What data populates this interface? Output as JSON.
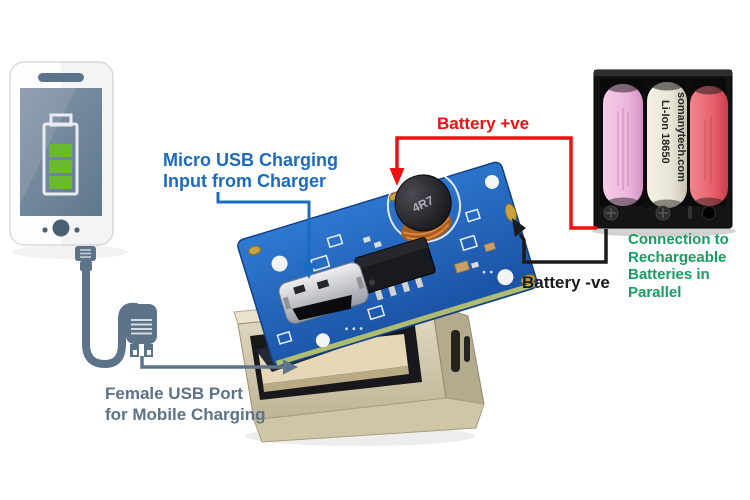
{
  "colors": {
    "background": "#ffffff",
    "label_blue": "#1a6bc0",
    "label_red": "#ed1111",
    "label_black": "#1b1b1b",
    "label_green": "#169e60",
    "label_slate": "#5d7389",
    "pcb_blue": "#2569bf",
    "wire_red": "#ed1111",
    "wire_black": "#1b1b1b",
    "battery_bar_green": "#68bb2d",
    "usb_port_metal": "#d3caad",
    "battery_pink": "#eeb7de",
    "battery_cream": "#e9e5d6",
    "battery_red": "#e8616c"
  },
  "labels": {
    "micro_usb": {
      "line1": "Micro USB Charging",
      "line2": "Input from Charger"
    },
    "battery_positive": {
      "text": "Battery +ve"
    },
    "battery_negative": {
      "text": "Battery -ve"
    },
    "parallel": {
      "line1": "Connection to",
      "line2": "Rechargeable",
      "line3": "Batteries in",
      "line4": "Parallel"
    },
    "female_usb": {
      "line1": "Female USB Port",
      "line2": "for Mobile Charging"
    }
  },
  "components": {
    "inductor_marking": "4R7",
    "battery_brand": "somanytech.com",
    "battery_type": "Li-Ion 18650"
  },
  "icons": {
    "smartphone-icon": "phone outline with screen",
    "battery-level-icon": "battery outline with 3 green bars",
    "charging-cable-icon": "curved slate cable",
    "usb-plug-icon": "slate USB plug with prongs",
    "red-arrow-down-icon": "▼",
    "black-arrow-up-icon": "▲",
    "blue-arrow-down-icon": "▼",
    "slate-arrow-right-icon": "▶"
  }
}
